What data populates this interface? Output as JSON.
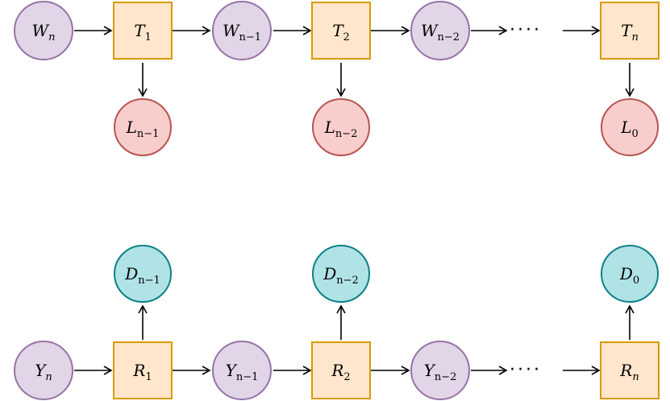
{
  "colors": {
    "state_fill": "#e1d5e7",
    "state_stroke": "#9673a6",
    "transform_fill": "#ffe6cc",
    "transform_stroke": "#d79b00",
    "loss_fill": "#f8cecc",
    "loss_stroke": "#b85450",
    "data_fill": "#b0e3e6",
    "data_stroke": "#0e8088"
  },
  "top_row": {
    "states": [
      {
        "base": "W",
        "sub": "n"
      },
      {
        "base": "W",
        "sub": "n−1"
      },
      {
        "base": "W",
        "sub": "n−2"
      }
    ],
    "transforms": [
      {
        "base": "T",
        "sub": "1"
      },
      {
        "base": "T",
        "sub": "2"
      },
      {
        "base": "T",
        "sub": "n"
      }
    ],
    "outputs": [
      {
        "base": "L",
        "sub": "n−1"
      },
      {
        "base": "L",
        "sub": "n−2"
      },
      {
        "base": "L",
        "sub": "0"
      }
    ],
    "ellipsis": "····"
  },
  "bottom_row": {
    "states": [
      {
        "base": "Y",
        "sub": "n"
      },
      {
        "base": "Y",
        "sub": "n−1"
      },
      {
        "base": "Y",
        "sub": "n−2"
      }
    ],
    "transforms": [
      {
        "base": "R",
        "sub": "1"
      },
      {
        "base": "R",
        "sub": "2"
      },
      {
        "base": "R",
        "sub": "n"
      }
    ],
    "outputs": [
      {
        "base": "D",
        "sub": "n−1"
      },
      {
        "base": "D",
        "sub": "n−2"
      },
      {
        "base": "D",
        "sub": "0"
      }
    ],
    "ellipsis": "····"
  }
}
